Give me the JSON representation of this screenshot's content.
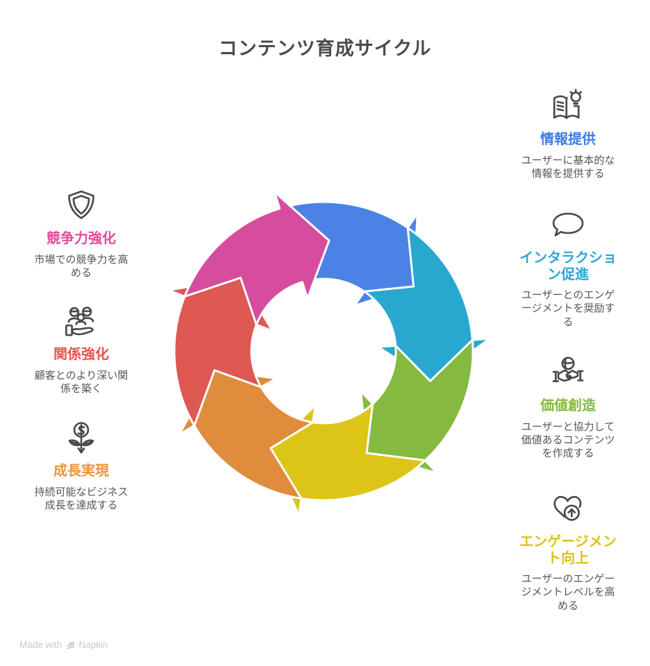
{
  "title": {
    "text": "コンテンツ育成サイクル",
    "color": "#4A4A4A"
  },
  "footer": {
    "made_with": "Made with",
    "brand": "Napkin",
    "color": "#C9C9C9"
  },
  "cycle": {
    "segments": [
      {
        "name": "information",
        "color": "#4C82E4"
      },
      {
        "name": "interaction",
        "color": "#29A8CF"
      },
      {
        "name": "value-creation",
        "color": "#86B93F"
      },
      {
        "name": "engagement",
        "color": "#DCC517"
      },
      {
        "name": "growth",
        "color": "#DF8C3D"
      },
      {
        "name": "relationship",
        "color": "#DD5952"
      },
      {
        "name": "competitiveness",
        "color": "#D74D9E"
      }
    ]
  },
  "items": {
    "right": [
      {
        "icon": "book-lightbulb-icon",
        "title": "情報提供",
        "color": "#3E7EE4",
        "description": "ユーザーに基本的な情報を提供する"
      },
      {
        "icon": "speech-bubble-icon",
        "title": "インタラクション促進",
        "color": "#2AA7D6",
        "description": "ユーザーとのエンゲージメントを奨励する"
      },
      {
        "icon": "handshake-globe-icon",
        "title": "価値創造",
        "color": "#83BA3E",
        "description": "ユーザーと協力して価値あるコンテンツを作成する"
      },
      {
        "icon": "heart-growth-icon",
        "title": "エンゲージメント向上",
        "color": "#DDC317",
        "description": "ユーザーのエンゲージメントレベルを高める"
      }
    ],
    "left": [
      {
        "icon": "shield-icon",
        "title": "競争力強化",
        "color": "#E8489C",
        "description": "市場での競争力を高める"
      },
      {
        "icon": "people-on-hand-icon",
        "title": "関係強化",
        "color": "#E4574F",
        "description": "顧客とのより深い関係を築く"
      },
      {
        "icon": "money-plant-icon",
        "title": "成長実現",
        "color": "#EE9338",
        "description": "持続可能なビジネス成長を達成する"
      }
    ]
  }
}
